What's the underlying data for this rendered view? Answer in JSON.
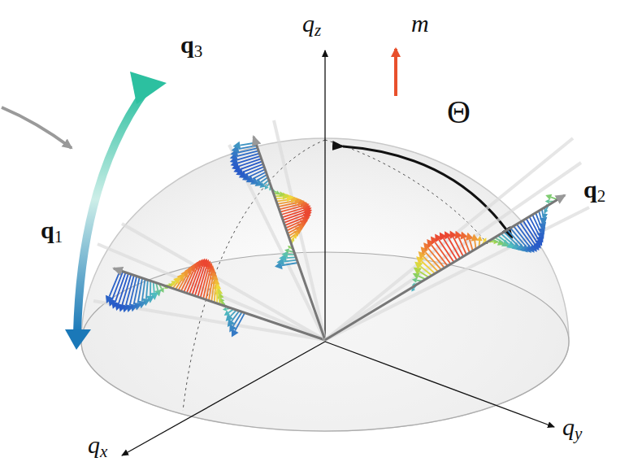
{
  "diagram": {
    "labels": [
      "q3",
      "qz",
      "m",
      "Θ",
      "q2",
      "q1",
      "qx",
      "qy"
    ]
  }
}
